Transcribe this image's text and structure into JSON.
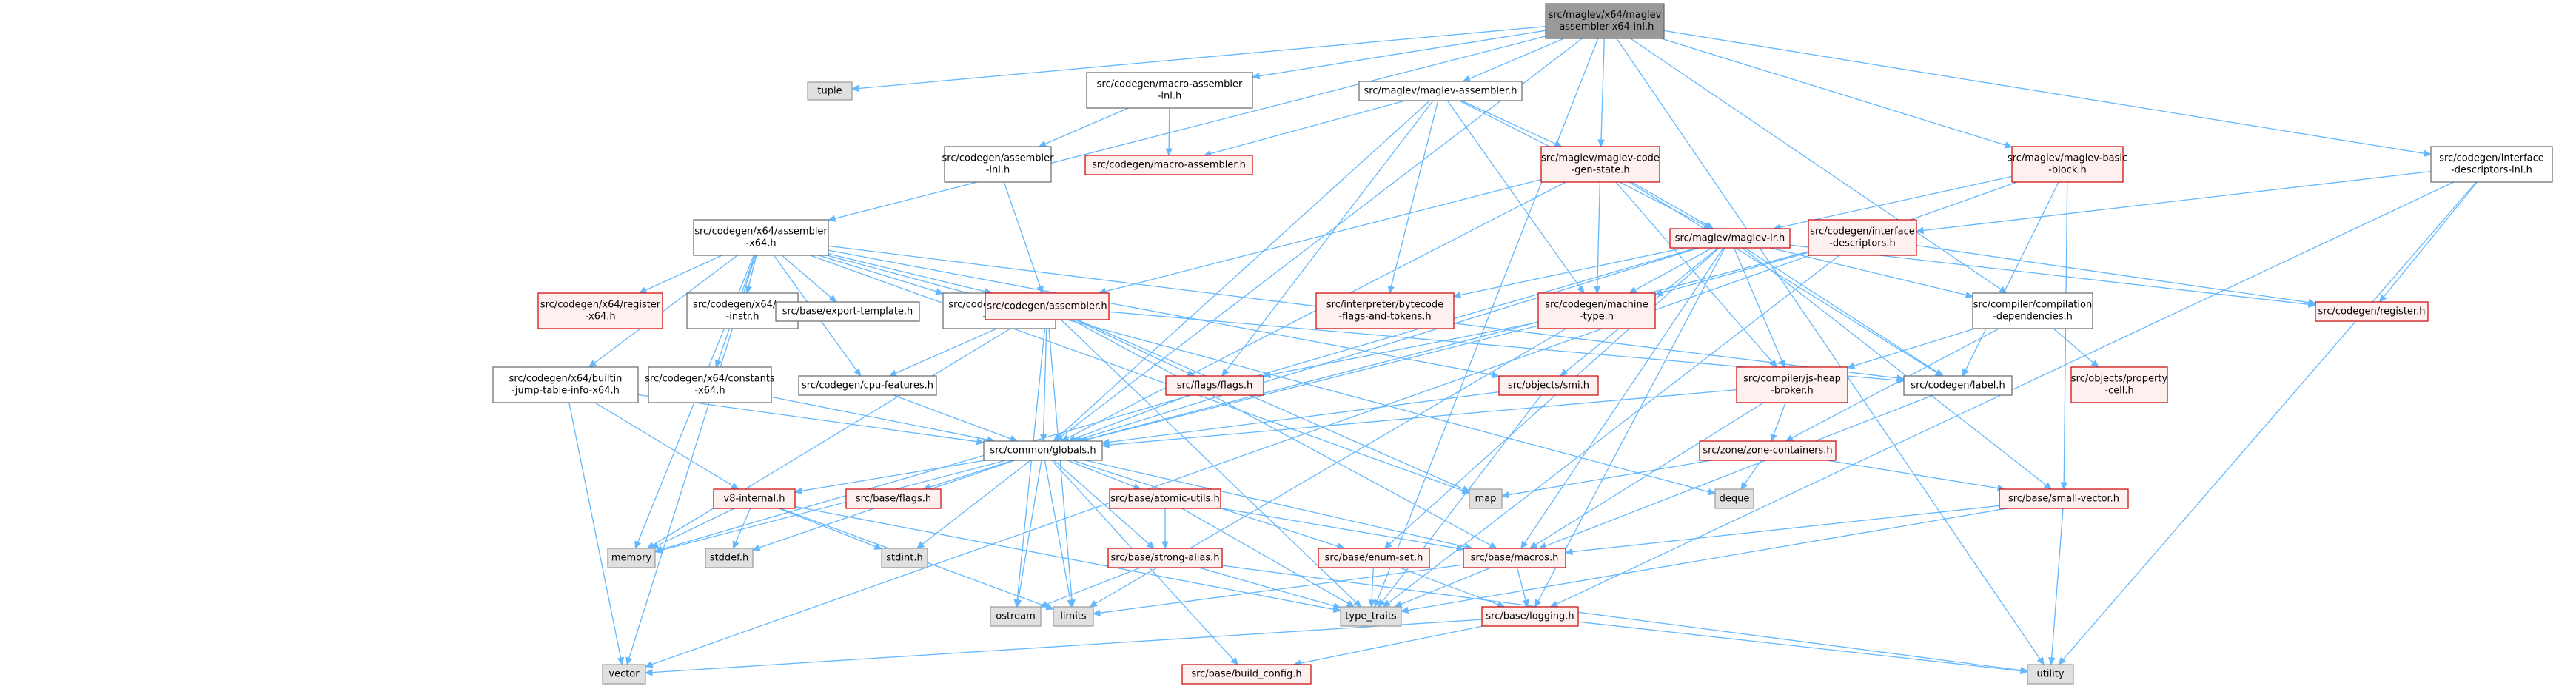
{
  "diagram": {
    "nodes": [
      {
        "id": "root",
        "lines": [
          "src/maglev/x64/maglev",
          "-assembler-x64-inl.h"
        ],
        "style": "root"
      },
      {
        "id": "tuple",
        "lines": [
          "tuple"
        ],
        "style": "sys"
      },
      {
        "id": "macro_inl",
        "lines": [
          "src/codegen/macro-assembler",
          "-inl.h"
        ],
        "style": "plain"
      },
      {
        "id": "maglev_asm",
        "lines": [
          "src/maglev/maglev-assembler.h"
        ],
        "style": "plain"
      },
      {
        "id": "basic_block",
        "lines": [
          "src/maglev/maglev-basic",
          "-block.h"
        ],
        "style": "red"
      },
      {
        "id": "iface_inl",
        "lines": [
          "src/codegen/interface",
          "-descriptors-inl.h"
        ],
        "style": "plain"
      },
      {
        "id": "asm_inl",
        "lines": [
          "src/codegen/assembler",
          "-inl.h"
        ],
        "style": "plain"
      },
      {
        "id": "macro_asm",
        "lines": [
          "src/codegen/macro-assembler.h"
        ],
        "style": "red"
      },
      {
        "id": "code_gen",
        "lines": [
          "src/maglev/maglev-code",
          "-gen-state.h"
        ],
        "style": "red"
      },
      {
        "id": "asm_x64",
        "lines": [
          "src/codegen/x64/assembler",
          "-x64.h"
        ],
        "style": "plain"
      },
      {
        "id": "maglev_ir",
        "lines": [
          "src/maglev/maglev-ir.h"
        ],
        "style": "red"
      },
      {
        "id": "iface",
        "lines": [
          "src/codegen/interface",
          "-descriptors.h"
        ],
        "style": "red"
      },
      {
        "id": "reg_x64",
        "lines": [
          "src/codegen/x64/register",
          "-x64.h"
        ],
        "style": "red"
      },
      {
        "id": "sse",
        "lines": [
          "src/codegen/x64/sse",
          "-instr.h"
        ],
        "style": "plain"
      },
      {
        "id": "export_tpl",
        "lines": [
          "src/base/export-template.h"
        ],
        "style": "plain"
      },
      {
        "id": "fma",
        "lines": [
          "src/codegen/x64/fma",
          "-instr.h"
        ],
        "style": "plain"
      },
      {
        "id": "assembler",
        "lines": [
          "src/codegen/assembler.h"
        ],
        "style": "red"
      },
      {
        "id": "bytecode",
        "lines": [
          "src/interpreter/bytecode",
          "-flags-and-tokens.h"
        ],
        "style": "red"
      },
      {
        "id": "mach_type",
        "lines": [
          "src/codegen/machine",
          "-type.h"
        ],
        "style": "red"
      },
      {
        "id": "comp_deps",
        "lines": [
          "src/compiler/compilation",
          "-dependencies.h"
        ],
        "style": "plain"
      },
      {
        "id": "register",
        "lines": [
          "src/codegen/register.h"
        ],
        "style": "red"
      },
      {
        "id": "builtin_jt",
        "lines": [
          "src/codegen/x64/builtin",
          "-jump-table-info-x64.h"
        ],
        "style": "plain"
      },
      {
        "id": "consts_x64",
        "lines": [
          "src/codegen/x64/constants",
          "-x64.h"
        ],
        "style": "plain"
      },
      {
        "id": "cpu_feat",
        "lines": [
          "src/codegen/cpu-features.h"
        ],
        "style": "plain"
      },
      {
        "id": "flags",
        "lines": [
          "src/flags/flags.h"
        ],
        "style": "red"
      },
      {
        "id": "smi",
        "lines": [
          "src/objects/smi.h"
        ],
        "style": "red"
      },
      {
        "id": "js_heap",
        "lines": [
          "src/compiler/js-heap",
          "-broker.h"
        ],
        "style": "red"
      },
      {
        "id": "label",
        "lines": [
          "src/codegen/label.h"
        ],
        "style": "plain"
      },
      {
        "id": "prop_cell",
        "lines": [
          "src/objects/property",
          "-cell.h"
        ],
        "style": "red"
      },
      {
        "id": "globals",
        "lines": [
          "src/common/globals.h"
        ],
        "style": "plain"
      },
      {
        "id": "zone",
        "lines": [
          "src/zone/zone-containers.h"
        ],
        "style": "red"
      },
      {
        "id": "v8_internal",
        "lines": [
          "v8-internal.h"
        ],
        "style": "red"
      },
      {
        "id": "base_flags",
        "lines": [
          "src/base/flags.h"
        ],
        "style": "red"
      },
      {
        "id": "atomic",
        "lines": [
          "src/base/atomic-utils.h"
        ],
        "style": "red"
      },
      {
        "id": "map",
        "lines": [
          "map"
        ],
        "style": "sys"
      },
      {
        "id": "deque",
        "lines": [
          "deque"
        ],
        "style": "sys"
      },
      {
        "id": "small_vec",
        "lines": [
          "src/base/small-vector.h"
        ],
        "style": "red"
      },
      {
        "id": "memory",
        "lines": [
          "memory"
        ],
        "style": "sys"
      },
      {
        "id": "stddef",
        "lines": [
          "stddef.h"
        ],
        "style": "sys"
      },
      {
        "id": "stdint",
        "lines": [
          "stdint.h"
        ],
        "style": "sys"
      },
      {
        "id": "macros",
        "lines": [
          "src/base/macros.h"
        ],
        "style": "red"
      },
      {
        "id": "strong_alias",
        "lines": [
          "src/base/strong-alias.h"
        ],
        "style": "red"
      },
      {
        "id": "enum_set",
        "lines": [
          "src/base/enum-set.h"
        ],
        "style": "red"
      },
      {
        "id": "ostream",
        "lines": [
          "ostream"
        ],
        "style": "sys"
      },
      {
        "id": "limits",
        "lines": [
          "limits"
        ],
        "style": "sys"
      },
      {
        "id": "type_traits",
        "lines": [
          "type_traits"
        ],
        "style": "sys"
      },
      {
        "id": "logging",
        "lines": [
          "src/base/logging.h"
        ],
        "style": "red"
      },
      {
        "id": "vector",
        "lines": [
          "vector"
        ],
        "style": "sys"
      },
      {
        "id": "build_config",
        "lines": [
          "src/base/build_config.h"
        ],
        "style": "red"
      },
      {
        "id": "utility",
        "lines": [
          "utility"
        ],
        "style": "sys"
      }
    ],
    "edges": [
      [
        "root",
        "tuple"
      ],
      [
        "root",
        "macro_inl"
      ],
      [
        "root",
        "maglev_asm"
      ],
      [
        "root",
        "basic_block"
      ],
      [
        "root",
        "iface_inl"
      ],
      [
        "root",
        "asm_x64"
      ],
      [
        "root",
        "code_gen"
      ],
      [
        "root",
        "globals"
      ],
      [
        "root",
        "comp_deps"
      ],
      [
        "root",
        "type_traits"
      ],
      [
        "root",
        "utility"
      ],
      [
        "macro_inl",
        "asm_inl"
      ],
      [
        "macro_inl",
        "macro_asm"
      ],
      [
        "maglev_asm",
        "macro_asm"
      ],
      [
        "maglev_asm",
        "code_gen"
      ],
      [
        "maglev_asm",
        "maglev_ir"
      ],
      [
        "maglev_asm",
        "globals"
      ],
      [
        "maglev_asm",
        "flags"
      ],
      [
        "maglev_asm",
        "bytecode"
      ],
      [
        "maglev_asm",
        "mach_type"
      ],
      [
        "basic_block",
        "maglev_ir"
      ],
      [
        "basic_block",
        "label"
      ],
      [
        "basic_block",
        "small_vec"
      ],
      [
        "basic_block",
        "vector"
      ],
      [
        "iface_inl",
        "iface"
      ],
      [
        "iface_inl",
        "register"
      ],
      [
        "iface_inl",
        "logging"
      ],
      [
        "iface_inl",
        "utility"
      ],
      [
        "asm_inl",
        "assembler"
      ],
      [
        "code_gen",
        "assembler"
      ],
      [
        "code_gen",
        "maglev_ir"
      ],
      [
        "code_gen",
        "mach_type"
      ],
      [
        "code_gen",
        "js_heap"
      ],
      [
        "code_gen",
        "label"
      ],
      [
        "code_gen",
        "globals"
      ],
      [
        "asm_x64",
        "reg_x64"
      ],
      [
        "asm_x64",
        "sse"
      ],
      [
        "asm_x64",
        "export_tpl"
      ],
      [
        "asm_x64",
        "fma"
      ],
      [
        "asm_x64",
        "assembler"
      ],
      [
        "asm_x64",
        "builtin_jt"
      ],
      [
        "asm_x64",
        "consts_x64"
      ],
      [
        "asm_x64",
        "cpu_feat"
      ],
      [
        "asm_x64",
        "label"
      ],
      [
        "asm_x64",
        "smi"
      ],
      [
        "asm_x64",
        "memory"
      ],
      [
        "asm_x64",
        "vector"
      ],
      [
        "asm_x64",
        "map"
      ],
      [
        "asm_x64",
        "deque"
      ],
      [
        "maglev_ir",
        "bytecode"
      ],
      [
        "maglev_ir",
        "mach_type"
      ],
      [
        "maglev_ir",
        "comp_deps"
      ],
      [
        "maglev_ir",
        "js_heap"
      ],
      [
        "maglev_ir",
        "label"
      ],
      [
        "maglev_ir",
        "smi"
      ],
      [
        "maglev_ir",
        "globals"
      ],
      [
        "maglev_ir",
        "small_vec"
      ],
      [
        "maglev_ir",
        "macros"
      ],
      [
        "maglev_ir",
        "enum_set"
      ],
      [
        "maglev_ir",
        "register"
      ],
      [
        "maglev_ir",
        "memory"
      ],
      [
        "maglev_ir",
        "logging"
      ],
      [
        "iface",
        "mach_type"
      ],
      [
        "iface",
        "register"
      ],
      [
        "iface",
        "globals"
      ],
      [
        "iface",
        "type_traits"
      ],
      [
        "assembler",
        "flags"
      ],
      [
        "assembler",
        "cpu_feat"
      ],
      [
        "assembler",
        "globals"
      ],
      [
        "assembler",
        "label"
      ],
      [
        "assembler",
        "memory"
      ],
      [
        "assembler",
        "ostream"
      ],
      [
        "assembler",
        "type_traits"
      ],
      [
        "assembler",
        "macros"
      ],
      [
        "assembler",
        "map"
      ],
      [
        "assembler",
        "limits"
      ],
      [
        "mach_type",
        "flags"
      ],
      [
        "mach_type",
        "globals"
      ],
      [
        "mach_type",
        "limits"
      ],
      [
        "comp_deps",
        "js_heap"
      ],
      [
        "comp_deps",
        "prop_cell"
      ],
      [
        "comp_deps",
        "zone"
      ],
      [
        "builtin_jt",
        "globals"
      ],
      [
        "builtin_jt",
        "v8_internal"
      ],
      [
        "builtin_jt",
        "vector"
      ],
      [
        "consts_x64",
        "globals"
      ],
      [
        "cpu_feat",
        "globals"
      ],
      [
        "flags",
        "globals"
      ],
      [
        "smi",
        "globals"
      ],
      [
        "smi",
        "type_traits"
      ],
      [
        "js_heap",
        "globals"
      ],
      [
        "js_heap",
        "zone"
      ],
      [
        "js_heap",
        "macros"
      ],
      [
        "label",
        "macros"
      ],
      [
        "zone",
        "map"
      ],
      [
        "zone",
        "deque"
      ],
      [
        "zone",
        "small_vec"
      ],
      [
        "globals",
        "v8_internal"
      ],
      [
        "globals",
        "base_flags"
      ],
      [
        "globals",
        "atomic"
      ],
      [
        "globals",
        "enum_set"
      ],
      [
        "globals",
        "macros"
      ],
      [
        "globals",
        "strong_alias"
      ],
      [
        "globals",
        "stddef"
      ],
      [
        "globals",
        "stdint"
      ],
      [
        "globals",
        "ostream"
      ],
      [
        "globals",
        "limits"
      ],
      [
        "globals",
        "build_config"
      ],
      [
        "globals",
        "memory"
      ],
      [
        "v8_internal",
        "memory"
      ],
      [
        "v8_internal",
        "stddef"
      ],
      [
        "v8_internal",
        "stdint"
      ],
      [
        "v8_internal",
        "type_traits"
      ],
      [
        "v8_internal",
        "limits"
      ],
      [
        "atomic",
        "macros"
      ],
      [
        "atomic",
        "strong_alias"
      ],
      [
        "atomic",
        "type_traits"
      ],
      [
        "small_vec",
        "macros"
      ],
      [
        "small_vec",
        "type_traits"
      ],
      [
        "small_vec",
        "utility"
      ],
      [
        "strong_alias",
        "ostream"
      ],
      [
        "strong_alias",
        "type_traits"
      ],
      [
        "strong_alias",
        "utility"
      ],
      [
        "enum_set",
        "type_traits"
      ],
      [
        "enum_set",
        "logging"
      ],
      [
        "macros",
        "limits"
      ],
      [
        "macros",
        "type_traits"
      ],
      [
        "macros",
        "logging"
      ],
      [
        "logging",
        "build_config"
      ],
      [
        "logging",
        "utility"
      ],
      [
        "logging",
        "vector"
      ]
    ]
  },
  "colors": {
    "edge": "#63b8ff",
    "root_fill": "#999999",
    "root_stroke": "#666666",
    "plain_fill": "#ffffff",
    "plain_stroke": "#666666",
    "red_fill": "#fff0f0",
    "red_stroke": "#cc0000",
    "sys_fill": "#e0e0e0",
    "sys_stroke": "#999999",
    "text": "#000000"
  }
}
